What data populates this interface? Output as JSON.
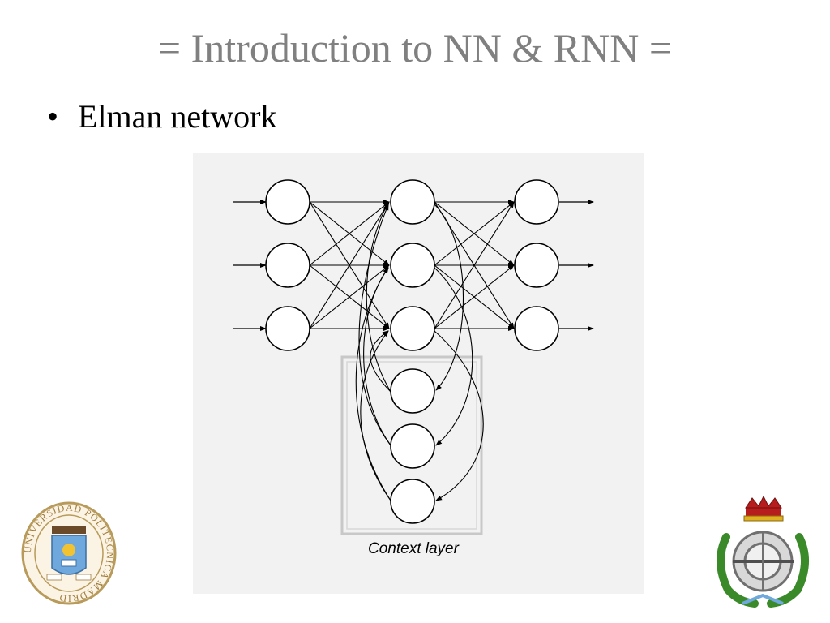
{
  "slide": {
    "title": "= Introduction to NN & RNN =",
    "bullet": "•",
    "bullet_text": "Elman network"
  },
  "diagram": {
    "context_label": "Context layer",
    "layers": {
      "input": {
        "node_count": 3
      },
      "hidden": {
        "node_count": 3
      },
      "output": {
        "node_count": 3
      },
      "context": {
        "node_count": 3
      }
    }
  },
  "logos": {
    "left": {
      "name": "universidad-politecnica-madrid-seal",
      "text": "UNIVERSIDAD POLITECNICA MADRID"
    },
    "right": {
      "name": "faculty-crest",
      "text": ""
    }
  },
  "colors": {
    "title": "#808080",
    "panel": "#f2f2f2",
    "ink": "#000000",
    "context_box": "#c8c8c8"
  }
}
